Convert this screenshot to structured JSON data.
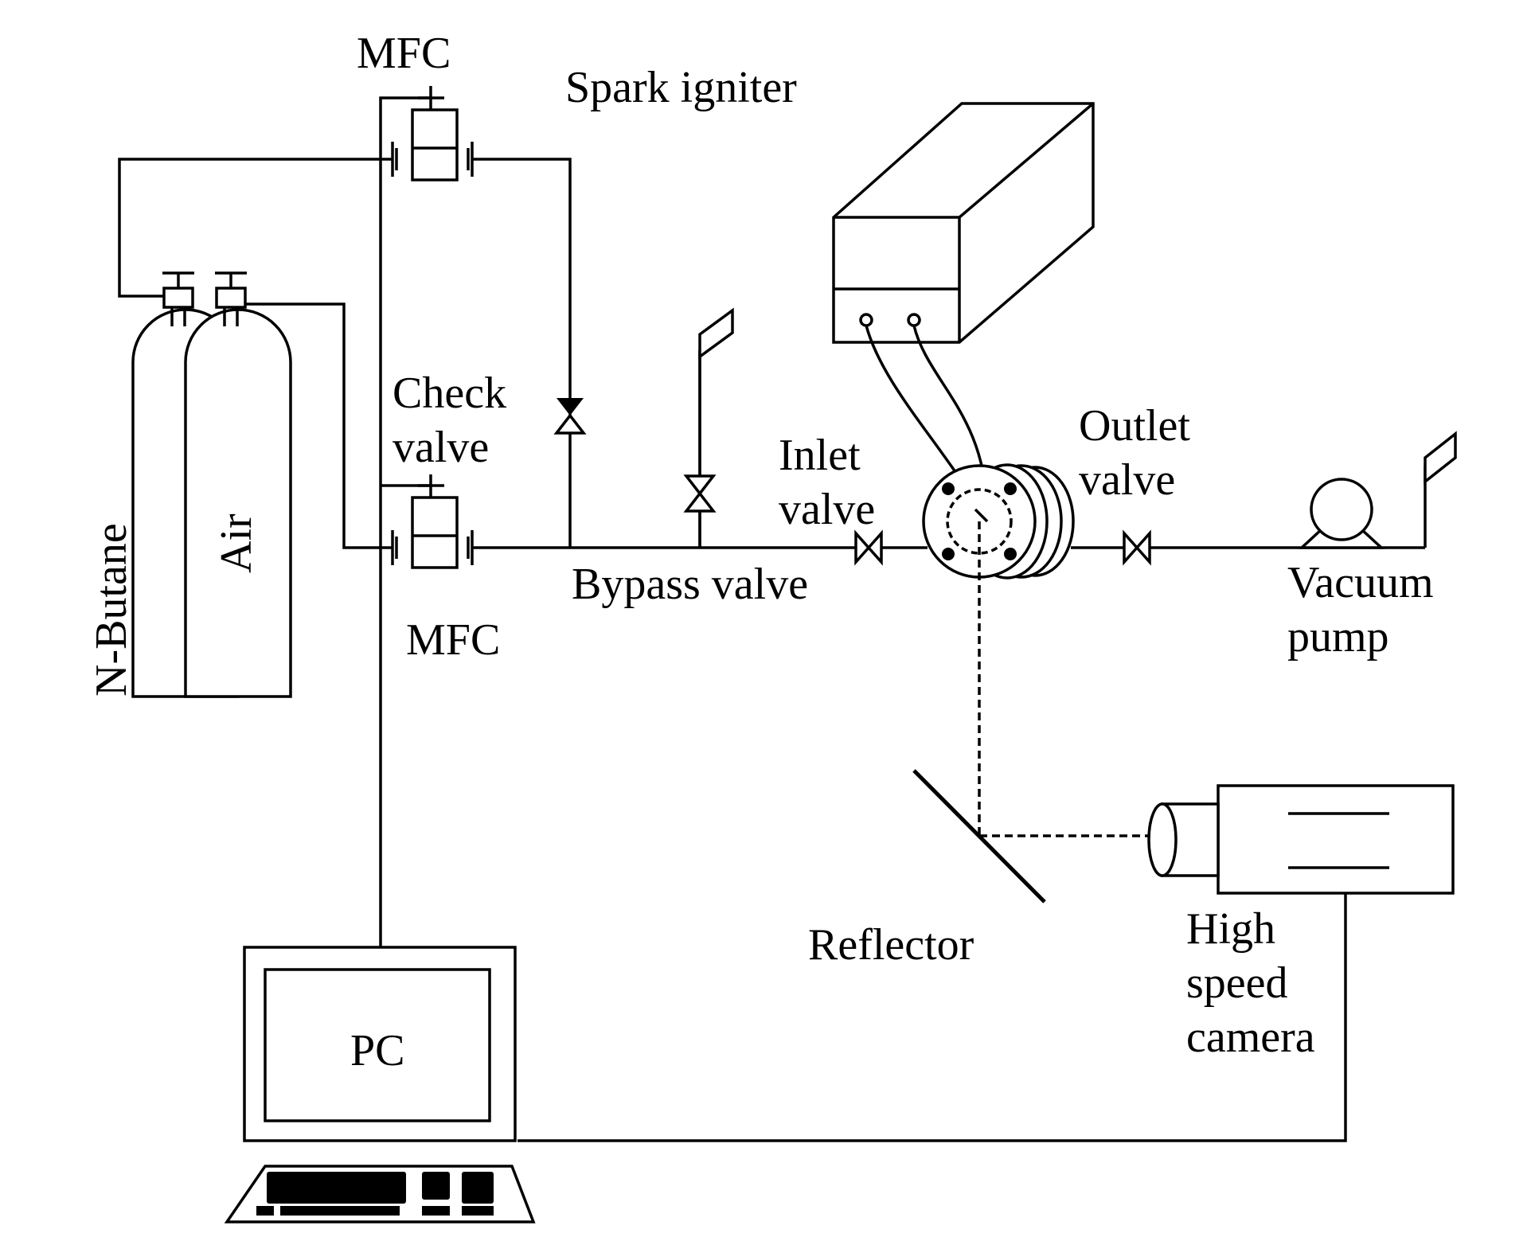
{
  "labels": {
    "mfc_top": "MFC",
    "mfc_bottom": "MFC",
    "spark_igniter": "Spark igniter",
    "check_valve_line1": "Check",
    "check_valve_line2": "valve",
    "inlet_valve_line1": "Inlet",
    "inlet_valve_line2": "valve",
    "outlet_valve_line1": "Outlet",
    "outlet_valve_line2": "valve",
    "bypass_valve": "Bypass valve",
    "vacuum_pump_line1": "Vacuum",
    "vacuum_pump_line2": "pump",
    "n_butane": "N-Butane",
    "air": "Air",
    "reflector": "Reflector",
    "camera_line1": "High",
    "camera_line2": "speed",
    "camera_line3": "camera",
    "pc": "PC"
  },
  "colors": {
    "stroke": "#000000",
    "background": "#ffffff"
  }
}
